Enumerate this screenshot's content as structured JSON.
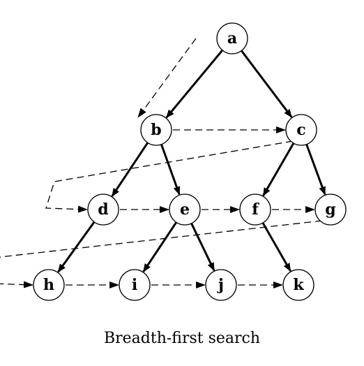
{
  "caption": "Breadth-first search",
  "nodes": [
    {
      "id": "a",
      "label": "a"
    },
    {
      "id": "b",
      "label": "b"
    },
    {
      "id": "c",
      "label": "c"
    },
    {
      "id": "d",
      "label": "d"
    },
    {
      "id": "e",
      "label": "e"
    },
    {
      "id": "f",
      "label": "f"
    },
    {
      "id": "g",
      "label": "g"
    },
    {
      "id": "h",
      "label": "h"
    },
    {
      "id": "i",
      "label": "i"
    },
    {
      "id": "j",
      "label": "j"
    },
    {
      "id": "k",
      "label": "k"
    }
  ],
  "tree_edges": [
    [
      "a",
      "b"
    ],
    [
      "a",
      "c"
    ],
    [
      "b",
      "d"
    ],
    [
      "b",
      "e"
    ],
    [
      "c",
      "f"
    ],
    [
      "c",
      "g"
    ],
    [
      "d",
      "h"
    ],
    [
      "e",
      "i"
    ],
    [
      "e",
      "j"
    ],
    [
      "f",
      "k"
    ]
  ],
  "visit_order": [
    "a",
    "b",
    "c",
    "d",
    "e",
    "f",
    "g",
    "h",
    "i",
    "j",
    "k"
  ]
}
